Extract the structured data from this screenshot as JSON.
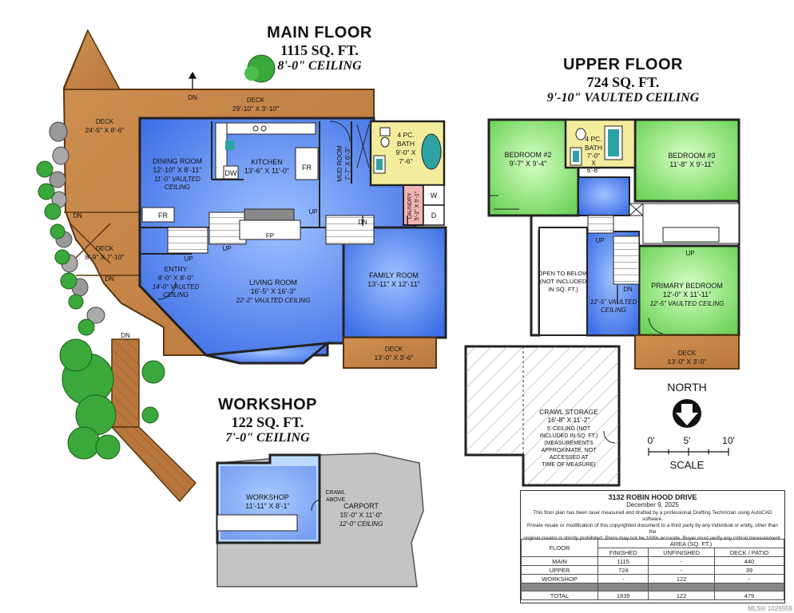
{
  "main_floor": {
    "title": "MAIN FLOOR",
    "area": "1115 SQ. FT.",
    "ceiling": "8'-0\" CEILING"
  },
  "upper_floor": {
    "title": "UPPER FLOOR",
    "area": "724 SQ. FT.",
    "ceiling": "9'-10\" VAULTED CEILING"
  },
  "workshop_header": {
    "title": "WORKSHOP",
    "area": "122 SQ. FT.",
    "ceiling": "7'-0\" CEILING"
  },
  "rooms": {
    "deck_top": {
      "name": "DECK",
      "dims": "29'-10\" X 3'-10\""
    },
    "deck_left": {
      "name": "DECK",
      "dims": "24'-5\" X 8'-6\""
    },
    "deck_mid": {
      "name": "DECK",
      "dims": "8'-9\" X 7'-10\""
    },
    "dining": {
      "name": "DINING ROOM",
      "dims": "12'-10\" X 8'-11\"",
      "note1": "11'-0\" VAULTED",
      "note2": "CEILING"
    },
    "kitchen": {
      "name": "KITCHEN",
      "dims": "13'-6\" X 11'-0\""
    },
    "mud": {
      "name": "MUD ROOM",
      "dims": "7'-7\" X 6'-3\""
    },
    "bath_main": {
      "l1": "4 PC.",
      "l2": "BATH",
      "l3": "9'-0\" X",
      "l4": "7'-6\""
    },
    "laundry": {
      "name": "LAUNDRY",
      "dims": "5'-2\" X 5'-1\""
    },
    "entry": {
      "name": "ENTRY",
      "dims": "8'-0\" X 8'-0\"",
      "note1": "14'-0\" VAULTED",
      "note2": "CEILING"
    },
    "living": {
      "name": "LIVING ROOM",
      "dims": "16'-5\" X 16'-3\"",
      "note": "22'-2\" VAULTED CEILING"
    },
    "family": {
      "name": "FAMILY ROOM",
      "dims": "13'-11\" X 12'-11\""
    },
    "deck_family": {
      "name": "DECK",
      "dims": "13'-0\" X 3'-6\""
    },
    "bed2": {
      "name": "BEDROOM #2",
      "dims": "9'-7\" X 9'-4\""
    },
    "bath_upper": {
      "l1": "4 PC.",
      "l2": "BATH",
      "l3": "7'-0\"",
      "l4": "X",
      "l5": "6'-8\""
    },
    "bed3": {
      "name": "BEDROOM #3",
      "dims": "11'-8\" X 9'-11\""
    },
    "open_below": {
      "l1": "OPEN TO BELOW",
      "l2": "(NOT INCLUDED",
      "l3": "IN SQ. FT.)"
    },
    "upper_hall": {
      "l1": "12'-5\" VAULTED",
      "l2": "CEILING"
    },
    "primary": {
      "name": "PRIMARY BEDROOM",
      "dims": "12'-0\" X 11'-11\"",
      "note": "12'-5\" VAULTED CEILING"
    },
    "deck_upper": {
      "name": "DECK",
      "dims": "13'-0\" X 3'-0\""
    },
    "crawl": {
      "name": "CRAWL STORAGE",
      "dims": "16'-8\" X 11'-2\"",
      "n1": "5' CEILING (NOT",
      "n2": "INCLUDED IN SQ. FT.)",
      "n3": "(MEASUREMENTS",
      "n4": "APPROXIMATE, NOT",
      "n5": "ACCESSED AT",
      "n6": "TIME OF MEASURE)"
    },
    "workshop": {
      "name": "WORKSHOP",
      "dims": "11'-11\" X 8'-1\""
    },
    "carport": {
      "name": "CARPORT",
      "dims": "15'-0\" X 11'-0\"",
      "note": "12'-0\" CEILING"
    },
    "crawl_above": {
      "l1": "CRAWL",
      "l2": "ABOVE"
    }
  },
  "labels": {
    "dn": "DN",
    "up": "UP",
    "fp": "FP",
    "fr": "FR",
    "dw": "DW",
    "w": "W",
    "d": "D"
  },
  "compass": {
    "label": "NORTH"
  },
  "scale": {
    "t0": "0'",
    "t5": "5'",
    "t10": "10'",
    "label": "SCALE"
  },
  "info_box": {
    "address": "3132 ROBIN HOOD DRIVE",
    "date": "December 9, 2025",
    "disclaimer1": "This floor plan has been laser measured and drafted by a professional Drafting Technician using AutoCAD software.",
    "disclaimer2": "Private resale or modification of this copyrighted document to a third party by any individual or entity, other than the",
    "disclaimer3": "original creator is strictly prohibited. Plans may not be 100% accurate.  Buyer must verify any critical measurement.",
    "col_floor": "FLOOR",
    "col_area": "AREA (SQ. FT.)",
    "col_finished": "FINISHED",
    "col_unfinished": "UNFINISHED",
    "col_deck": "DECK / PATIO",
    "rows": [
      {
        "floor": "MAIN",
        "finished": "1115",
        "unfinished": "-",
        "deck": "440"
      },
      {
        "floor": "UPPER",
        "finished": "724",
        "unfinished": "-",
        "deck": "39"
      },
      {
        "floor": "WORKSHOP",
        "finished": "-",
        "unfinished": "122",
        "deck": "-"
      }
    ],
    "total": {
      "floor": "TOTAL",
      "finished": "1839",
      "unfinished": "122",
      "deck": "479"
    }
  },
  "mls": "MLS® 1026559",
  "colors": {
    "deck": "#c8874a",
    "main_room": "#5b8ef0",
    "upper_room": "#8ee27a",
    "bath": "#f3ec9c",
    "laundry": "#f3b3b3",
    "carport": "#c4c4c4",
    "tree": "#3aa83a"
  }
}
